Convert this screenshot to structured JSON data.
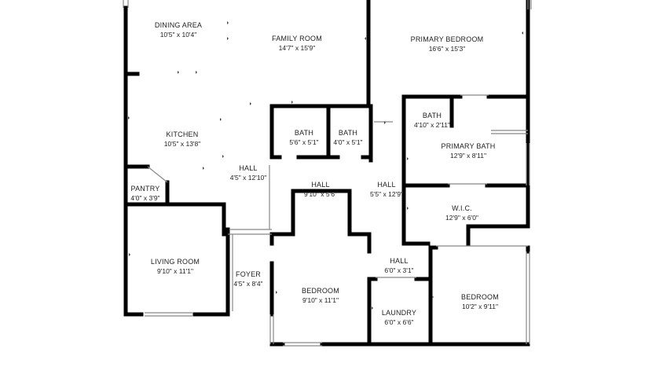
{
  "rooms": [
    {
      "id": "dining-area",
      "name": "DINING AREA",
      "dim": "10'5\" x 10'4\""
    },
    {
      "id": "family-room",
      "name": "FAMILY ROOM",
      "dim": "14'7\" x 15'9\""
    },
    {
      "id": "primary-bedroom",
      "name": "PRIMARY BEDROOM",
      "dim": "16'6\" x 15'3\""
    },
    {
      "id": "bath-left",
      "name": "BATH",
      "dim": "5'6\" x 5'1\""
    },
    {
      "id": "bath-middle",
      "name": "BATH",
      "dim": "4'0\" x 5'1\""
    },
    {
      "id": "bath-primary",
      "name": "BATH",
      "dim": "4'10\" x 2'11\""
    },
    {
      "id": "kitchen",
      "name": "KITCHEN",
      "dim": "10'5\" x 13'8\""
    },
    {
      "id": "primary-bath",
      "name": "PRIMARY BATH",
      "dim": "12'9\" x 8'11\""
    },
    {
      "id": "hall-left",
      "name": "HALL",
      "dim": "4'5\" x 12'10\""
    },
    {
      "id": "hall-center",
      "name": "HALL",
      "dim": "9'10\" x 5'6\""
    },
    {
      "id": "hall-right",
      "name": "HALL",
      "dim": "5'5\" x 12'9\""
    },
    {
      "id": "pantry",
      "name": "PANTRY",
      "dim": "4'0\" x 3'9\""
    },
    {
      "id": "wic",
      "name": "W.I.C.",
      "dim": "12'9\" x 6'0\""
    },
    {
      "id": "living-room",
      "name": "LIVING ROOM",
      "dim": "9'10\" x 11'1\""
    },
    {
      "id": "hall-small",
      "name": "HALL",
      "dim": "6'0\" x 3'1\""
    },
    {
      "id": "foyer",
      "name": "FOYER",
      "dim": "4'5\" x 8'4\""
    },
    {
      "id": "bedroom-center",
      "name": "BEDROOM",
      "dim": "9'10\" x 11'1\""
    },
    {
      "id": "bedroom-right",
      "name": "BEDROOM",
      "dim": "10'2\" x 9'11\""
    },
    {
      "id": "laundry",
      "name": "LAUNDRY",
      "dim": "6'0\" x 6'6\""
    }
  ]
}
